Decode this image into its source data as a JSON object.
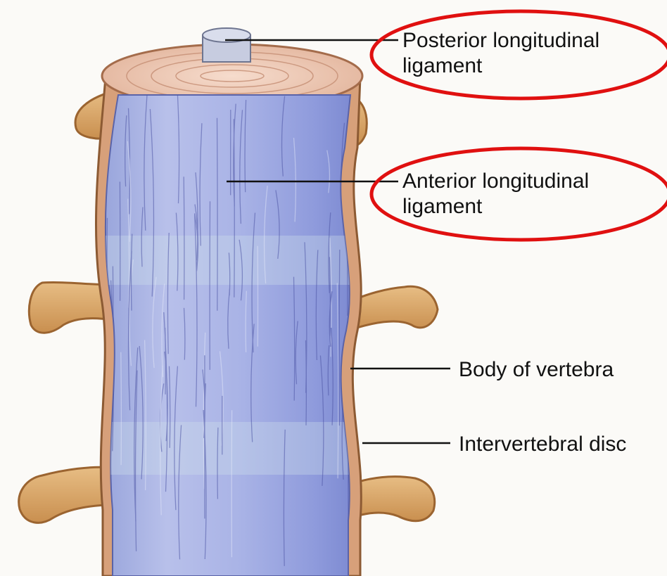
{
  "labels": {
    "posterior": {
      "line1": "Posterior longitudinal",
      "line2": "ligament",
      "highlighted": true
    },
    "anterior": {
      "line1": "Anterior longitudinal",
      "line2": "ligament",
      "highlighted": true
    },
    "body": {
      "text": "Body of vertebra",
      "highlighted": false
    },
    "disc": {
      "text": "Intervertebral disc",
      "highlighted": false
    }
  },
  "colors": {
    "highlight_ring": "#e01010",
    "ligament": "#8d9ad8",
    "bone": "#d9a768",
    "bone_edge": "#a46c35",
    "leader_line": "#111111"
  }
}
